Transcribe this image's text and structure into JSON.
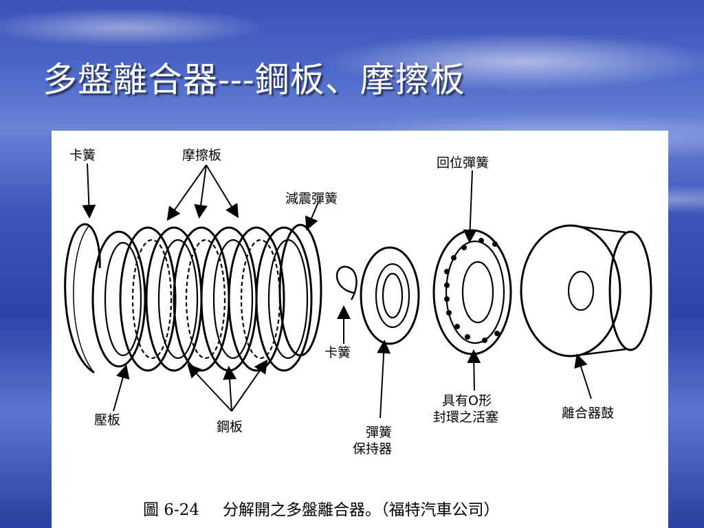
{
  "slide": {
    "title": "多盤離合器---鋼板、摩擦板"
  },
  "figure": {
    "labels": {
      "snap_ring_left": "卡簧",
      "friction_plates": "摩擦板",
      "damper_spring": "減震彈簧",
      "return_spring": "回位彈簧",
      "snap_ring_small": "卡簧",
      "pressure_plate": "壓板",
      "steel_plates": "鋼板",
      "spring_retainer_line1": "彈簧",
      "spring_retainer_line2": "保持器",
      "piston_line1": "具有O形",
      "piston_line2": "封環之活塞",
      "clutch_drum": "離合器鼓"
    },
    "caption": {
      "number": "圖 6-24",
      "text": "分解開之多盤離合器。（福特汽車公司）"
    }
  }
}
